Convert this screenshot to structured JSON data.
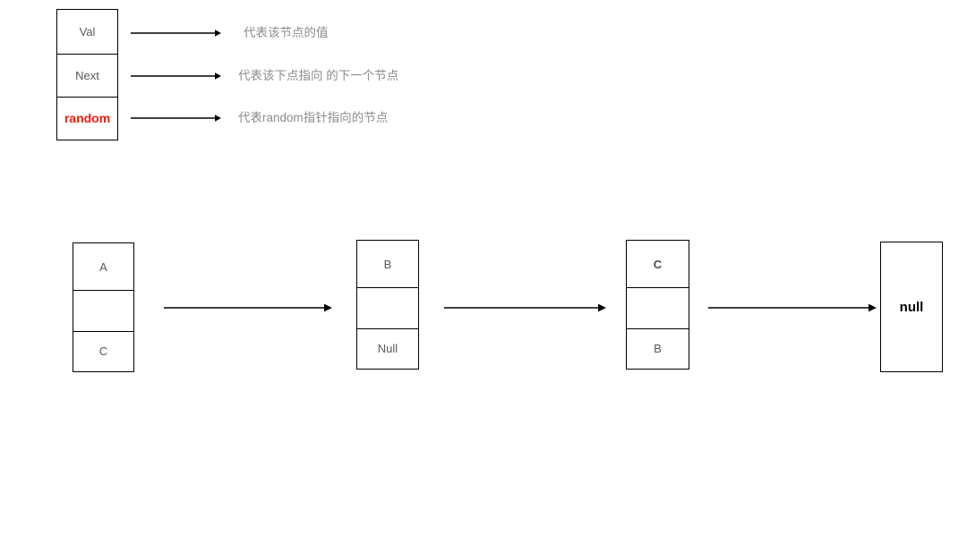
{
  "diagram": {
    "title_present": false,
    "colors": {
      "stroke": "#000000",
      "cell_text": "#595959",
      "label_text": "#8c8c8c",
      "accent_red": "#f01c0c",
      "null_text": "#000000",
      "background": "#ffffff"
    }
  },
  "legend": {
    "node_name": "node-structure-legend",
    "fields": [
      {
        "key": "val",
        "label": "Val",
        "emphasis": "normal"
      },
      {
        "key": "next",
        "label": "Next",
        "emphasis": "normal"
      },
      {
        "key": "random",
        "label": "random",
        "emphasis": "accent"
      }
    ],
    "descriptions": [
      {
        "key": "val",
        "text": "代表该节点的值"
      },
      {
        "key": "next",
        "text": "代表该下点指向 的下一个节点"
      },
      {
        "key": "random",
        "text": "代表random指针指向的节点"
      }
    ],
    "arrow_count": 3
  },
  "chain": {
    "nodes": [
      {
        "id": "node-a",
        "cells": [
          {
            "slot": "val",
            "text": "A",
            "emphasis": "normal"
          },
          {
            "slot": "next",
            "text": "",
            "emphasis": "normal"
          },
          {
            "slot": "random",
            "text": "C",
            "emphasis": "normal"
          }
        ]
      },
      {
        "id": "node-b",
        "cells": [
          {
            "slot": "val",
            "text": "B",
            "emphasis": "normal"
          },
          {
            "slot": "next",
            "text": "",
            "emphasis": "normal"
          },
          {
            "slot": "random",
            "text": "Null",
            "emphasis": "normal"
          }
        ]
      },
      {
        "id": "node-c",
        "cells": [
          {
            "slot": "val",
            "text": "C",
            "emphasis": "strong"
          },
          {
            "slot": "next",
            "text": "",
            "emphasis": "normal"
          },
          {
            "slot": "random",
            "text": "B",
            "emphasis": "normal"
          }
        ]
      }
    ],
    "terminal": {
      "id": "node-null",
      "text": "null"
    },
    "arrows": [
      {
        "from": "node-a",
        "to": "node-b"
      },
      {
        "from": "node-b",
        "to": "node-c"
      },
      {
        "from": "node-c",
        "to": "node-null"
      }
    ]
  }
}
